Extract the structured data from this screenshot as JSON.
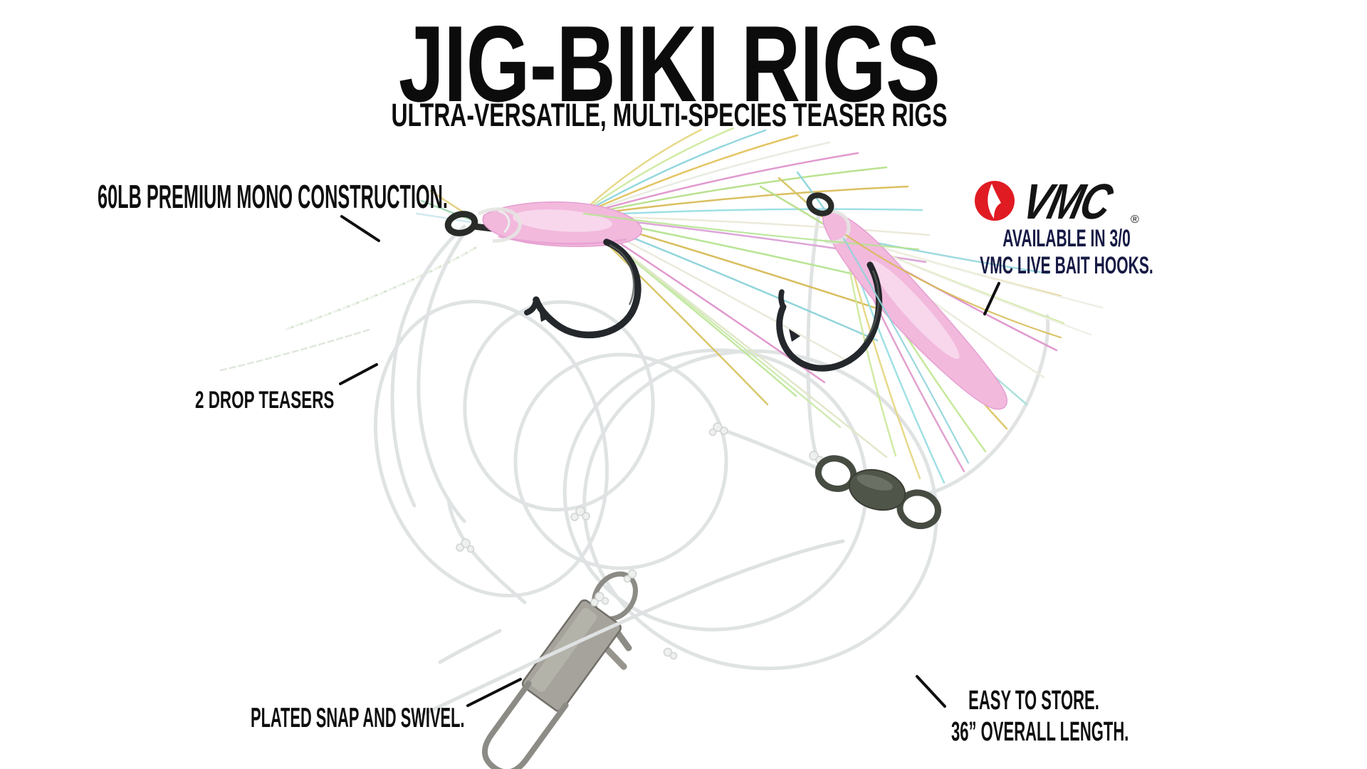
{
  "page": {
    "title_block": {
      "title": "JIG-BIKI RIGS",
      "subtitle": "ULTRA-VERSATILE, MULTI-SPECIES TEASER RIGS"
    }
  },
  "callouts": {
    "mono_label": "60LB PREMIUM MONO CONSTRUCTION.",
    "teasers_label": "2 DROP TEASERS",
    "snap_label": "PLATED SNAP AND SWIVEL.",
    "store_label_line1": "EASY TO STORE.",
    "store_label_line2": "36” OVERALL LENGTH."
  },
  "brand": {
    "wordmark": "VMC",
    "registered_mark": "®",
    "availability_line1": "AVAILABLE IN 3/0",
    "availability_line2": "VMC LIVE BAIT HOOKS.",
    "colors": {
      "logo_red": "#e01b22",
      "navy": "#161a44"
    }
  },
  "illustration": {
    "components": [
      "teaser-hook-left",
      "teaser-hook-right",
      "flash-tinsel-left",
      "flash-tinsel-right",
      "mono-line-coils",
      "barrel-swivel",
      "snap-swivel"
    ],
    "colors": {
      "teaser_pink": "#f2b9dd",
      "hook_black": "#24272b",
      "mono_gray": "#dfe2e2",
      "snap_metal": "#a5a39c",
      "swivel_gunmetal": "#50554a"
    }
  }
}
